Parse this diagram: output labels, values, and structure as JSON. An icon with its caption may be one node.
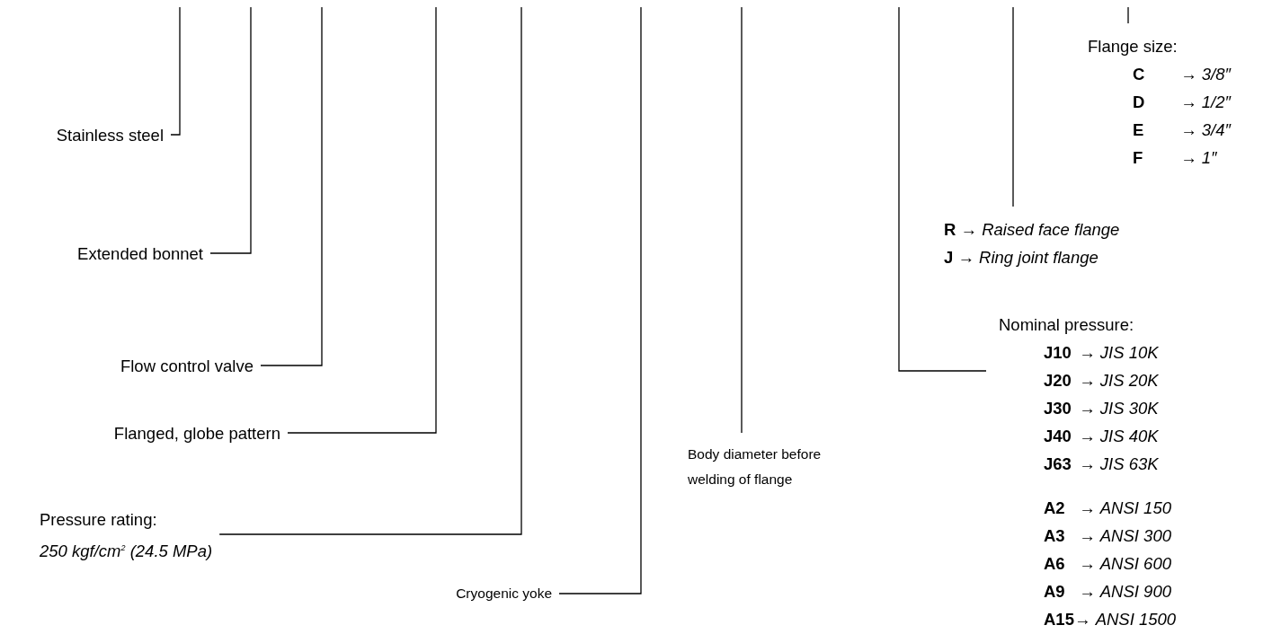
{
  "diagram": {
    "nodes": [
      {
        "text": [
          "Stainless steel"
        ]
      },
      {
        "text": [
          "Extended bonnet"
        ]
      },
      {
        "text": [
          "Flow control valve"
        ]
      },
      {
        "text": [
          "Flanged, globe pattern"
        ]
      },
      {
        "text": [
          "Pressure rating:",
          "*250 kgf/cm$^{2}$ (24.5 MPa)*"
        ]
      },
      {
        "text": [
          "Cryogenic yoke"
        ]
      },
      {
        "text": [
          "Body diameter before welding of flange"
        ]
      },
      {
        "text": [
          "Nominal pressure:",
          "**J10** → *JIS 10K*",
          "**J20** → *JIS 20K*",
          "**J30** → *JIS 30K*",
          "**J40** → *JIS 40K*",
          "**J63** → *JIS 63K*",
          "**A2** → *ANSI 150*",
          "**A3** → *ANSI 300*",
          "**A6** → *ANSI 600*",
          "**A9** → *ANSI 900*",
          "**A15**→ *ANSI 1500*"
        ]
      },
      {
        "text": [
          "**R** → *Raised face flange*",
          "**J** → *Ring joint flange*"
        ]
      },
      {
        "text": [
          "Flange size:",
          "**C** → *3/8″*",
          "**D** → *1/2″*",
          "**E** → *3/4″*",
          "**F** → *1″*"
        ]
      }
    ],
    "edges": [
      {
        "from": null,
        "to": 0,
        "arrow": "none"
      },
      {
        "from": null,
        "to": 1,
        "arrow": "none"
      },
      {
        "from": null,
        "to": 2,
        "arrow": "none"
      },
      {
        "from": null,
        "to": 3,
        "arrow": "none"
      },
      {
        "from": null,
        "to": 4,
        "arrow": "none"
      },
      {
        "from": null,
        "to": 5,
        "arrow": "none"
      },
      {
        "from": null,
        "to": 6,
        "arrow": "none"
      },
      {
        "from": null,
        "to": 7,
        "arrow": "none"
      },
      {
        "from": null,
        "to": 8,
        "arrow": "none"
      },
      {
        "from": null,
        "to": 9,
        "arrow": "none"
      }
    ]
  }
}
